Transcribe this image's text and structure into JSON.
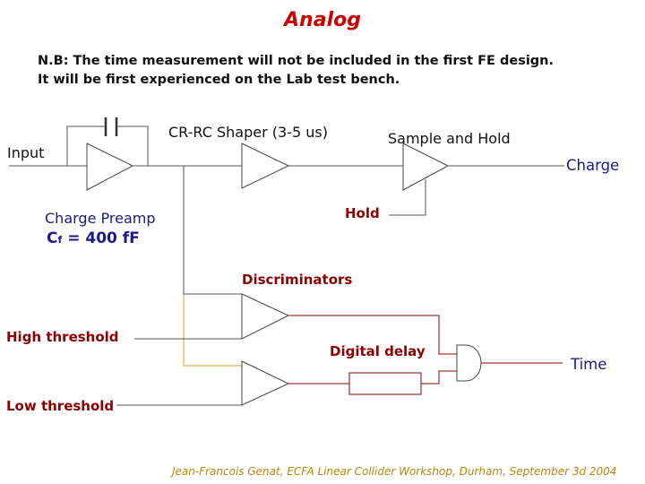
{
  "title": "Analog",
  "note_line1": "N.B: The time measurement will not be included in the first FE design.",
  "note_line2": "It will be first experienced on the Lab test bench.",
  "labels": {
    "input": "Input",
    "shaper": "CR-RC Shaper (3-5 us)",
    "sample_hold": "Sample and Hold",
    "charge_out": "Charge",
    "charge_preamp": "Charge Preamp",
    "cf_prefix": "C",
    "cf_sub": "f",
    "cf_value": "= 400 fF",
    "hold": "Hold",
    "discriminators": "Discriminators",
    "high_threshold": "High threshold",
    "digital_delay": "Digital delay",
    "time_out": "Time",
    "low_threshold": "Low threshold"
  },
  "footer": "Jean-Francois Genat, ECFA Linear Collider Workshop, Durham, September 3d 2004",
  "colors": {
    "title": "#cc0000",
    "wire_main": "#555555",
    "wire_tap": "#d4a020",
    "wire_logic": "#8b0000",
    "text_blue": "#1a1a8c",
    "footer": "#b8860b"
  }
}
